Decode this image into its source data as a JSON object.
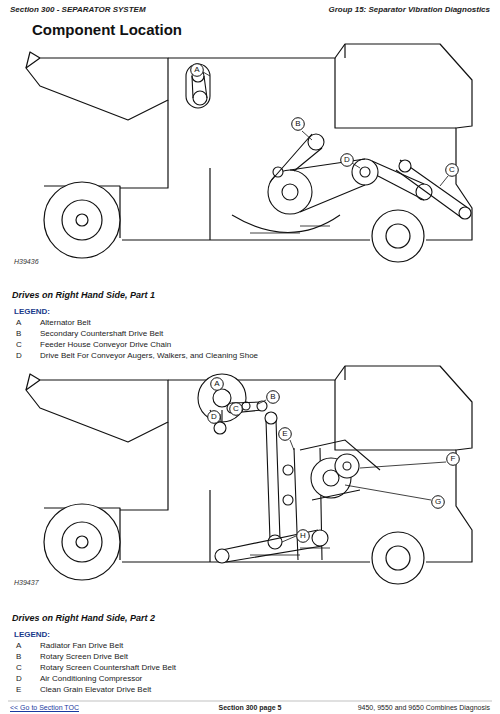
{
  "diagram": {
    "title": "Component Location",
    "nodes": [
      {
        "text": [
          "A"
        ]
      },
      {
        "text": [
          "B"
        ]
      },
      {
        "text": [
          "D"
        ]
      },
      {
        "text": [
          "C"
        ]
      },
      {
        "text": [
          "A"
        ]
      },
      {
        "text": [
          "B"
        ]
      },
      {
        "text": [
          "C"
        ]
      },
      {
        "text": [
          "D"
        ]
      },
      {
        "text": [
          "E"
        ]
      },
      {
        "text": [
          "F"
        ]
      },
      {
        "text": [
          "G"
        ]
      },
      {
        "text": [
          "H"
        ]
      }
    ],
    "labels": [
      "Section 300 - SEPARATOR SYSTEM",
      "Group 15: Separator Vibration Diagnostics",
      "H39436",
      "Drives on Right Hand Side, Part 1",
      "LEGEND:",
      "A",
      "Alternator Belt",
      "B",
      "Secondary Countershaft Drive Belt",
      "C",
      "Feeder House Conveyor Drive Chain",
      "D",
      "Drive Belt For Conveyor Augers, Walkers, and Cleaning Shoe",
      "H39437",
      "Drives on Right Hand Side, Part 2",
      "LEGEND:",
      "A",
      "Radiator Fan Drive Belt",
      "B",
      "Rotary Screen Drive Belt",
      "C",
      "Rotary Screen Countershaft Drive Belt",
      "D",
      "Air Conditioning Compressor",
      "E",
      "Clean Grain Elevator Drive Belt",
      "<< Go to Section TOC",
      "Section 300 page 5",
      "9450, 9550 and 9650 Combines Diagnosis"
    ]
  }
}
